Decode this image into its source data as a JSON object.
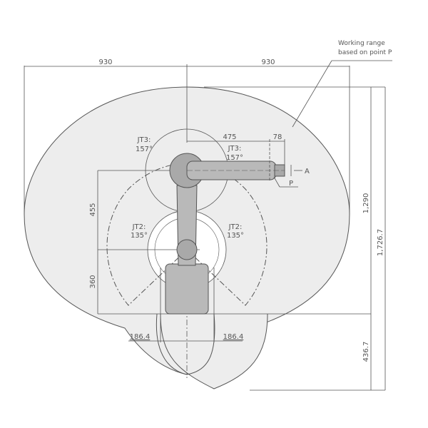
{
  "title": "Working range based on point P",
  "annotation": {
    "line1": "Working range",
    "line2": "based on point P"
  },
  "dimensions": {
    "top_left_reach": "930",
    "top_right_reach": "930",
    "arm_length": "475",
    "wrist_offset": "78",
    "upper_arm": "455",
    "base_height": "360",
    "left_offset": "186.4",
    "right_offset": "186.4",
    "height_above_base": "1,290",
    "total_height": "1,726.7",
    "below_base": "436.7"
  },
  "joints": {
    "jt3_left": {
      "name": "JT3:",
      "angle": "157°"
    },
    "jt3_right": {
      "name": "JT3:",
      "angle": "157°"
    },
    "jt2_left": {
      "name": "JT2:",
      "angle": "135°"
    },
    "jt2_right": {
      "name": "JT2:",
      "angle": "135°"
    }
  },
  "markers": {
    "point_p": "P",
    "point_a": "A"
  },
  "colors": {
    "range_fill": "#ededed",
    "line": "#555555",
    "robot_fill": "#b9b9b9",
    "robot_dark": "#8a8a8a"
  }
}
